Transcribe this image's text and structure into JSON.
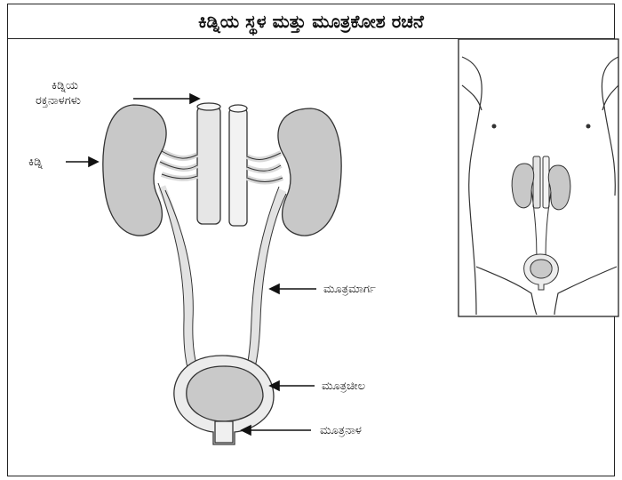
{
  "title": "ಕಿಡ್ನಿಯ ಸ್ಥಳ ಮತ್ತು ಮೂತ್ರಕೋಶ ರಚನೆ",
  "labels": {
    "renal_vessels_line1": "ಕಿಡ್ನಿಯ",
    "renal_vessels_line2": "ರಕ್ತನಾಳಗಳು",
    "kidney": "ಕಿಡ್ನಿ",
    "ureter": "ಮೂತ್ರಮಾರ್ಗ",
    "bladder": "ಮೂತ್ರಚೀಲ",
    "urethra": "ಮೂತ್ರನಾಳ"
  }
}
